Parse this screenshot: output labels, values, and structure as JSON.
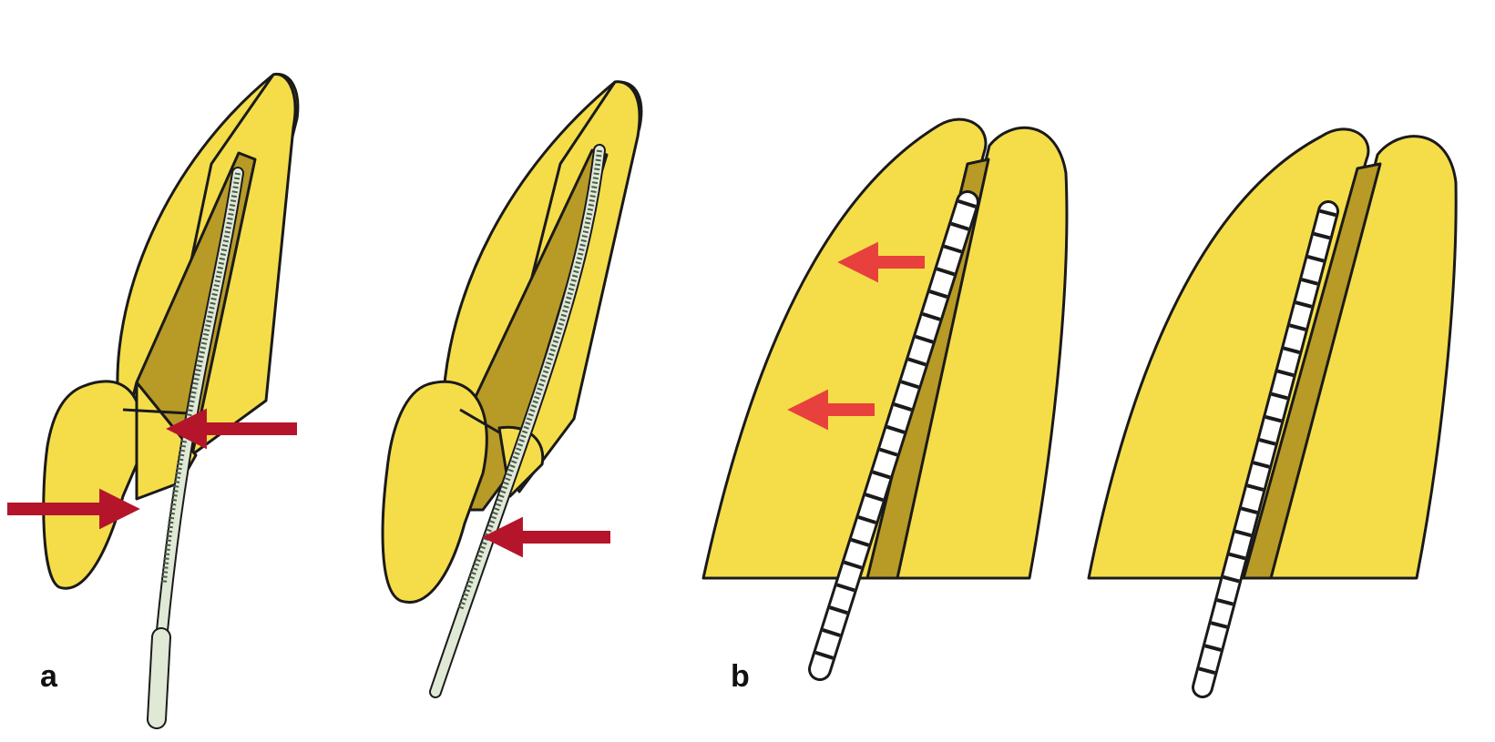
{
  "panels": [
    {
      "id": "a",
      "label": "a"
    },
    {
      "id": "b",
      "label": "b"
    }
  ],
  "colors": {
    "tooth": "#f5dd4a",
    "canal": "#b89a26",
    "outline": "#1a1a1a",
    "file_shaft": "#dfe9d6",
    "arrow_dark_red": "#b5152b",
    "arrow_red": "#e8403d",
    "drill": "#ffffff"
  }
}
